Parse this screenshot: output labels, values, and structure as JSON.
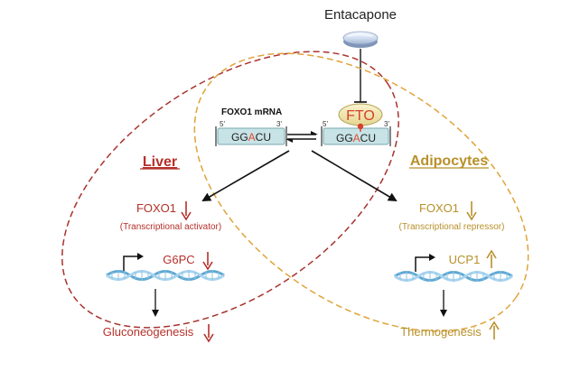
{
  "drug": {
    "name": "Entacapone"
  },
  "mrna": {
    "label": "FOXO1 mRNA",
    "methylated": {
      "five_prime": "5'",
      "three_prime": "3'",
      "seq_prefix": "GG",
      "seq_mod": "A",
      "seq_suffix": "CU"
    },
    "fto_bound": {
      "five_prime": "5'",
      "three_prime": "3'",
      "seq_prefix": "GG",
      "seq_mod": "A",
      "seq_suffix": "CU"
    }
  },
  "enzyme": {
    "name": "FTO"
  },
  "liver": {
    "title": "Liver",
    "foxo1": "FOXO1",
    "foxo1_role": "(Transcriptional activator)",
    "target_gene": "G6PC",
    "outcome": "Gluconeogenesis"
  },
  "adipocytes": {
    "title": "Adipocytes",
    "foxo1": "FOXO1",
    "foxo1_role": "(Transcriptional repressor)",
    "target_gene": "UCP1",
    "outcome": "Thermogenesis"
  },
  "colors": {
    "liver": "#b5302a",
    "adipocytes": "#b8902a",
    "liver_ellipse": "#a8332e",
    "adipocyte_ellipse": "#e0a33a",
    "rna_fill": "#c7e3e6",
    "rna_stroke": "#7aa9b0",
    "methyl_mark": "#e34b2c"
  }
}
